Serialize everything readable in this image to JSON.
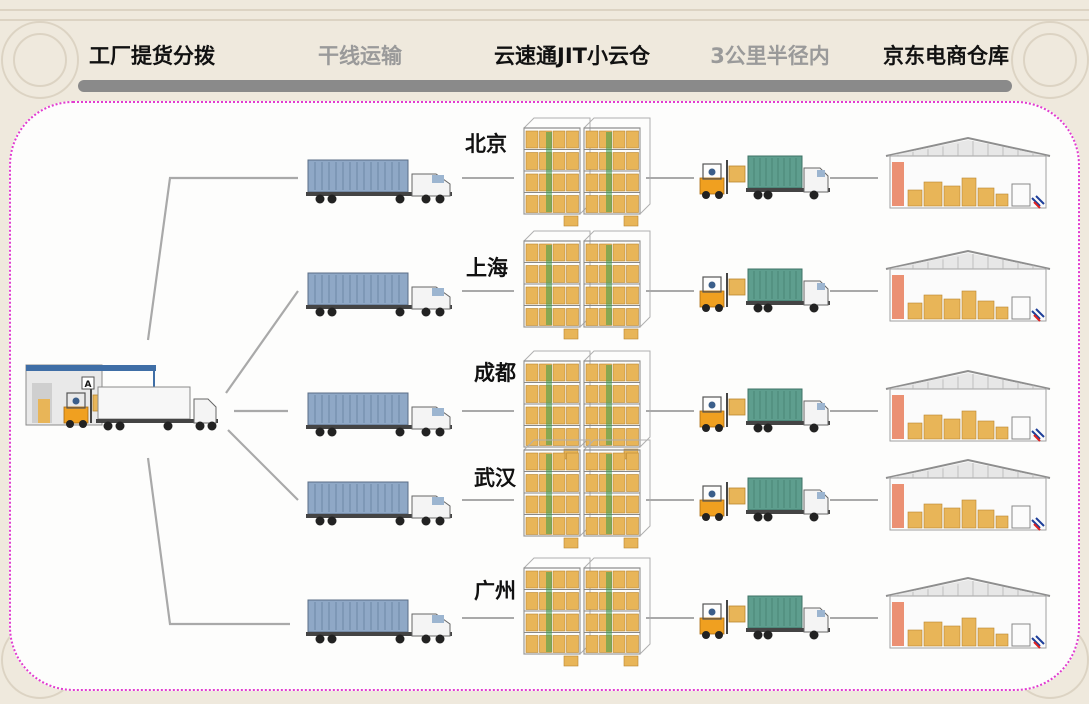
{
  "stages": [
    {
      "label": "工厂提货分拨",
      "emphasis": true
    },
    {
      "label": "干线运输",
      "emphasis": false
    },
    {
      "label": "云速通JIT小云仓",
      "emphasis": true
    },
    {
      "label": "3公里半径内",
      "emphasis": false
    },
    {
      "label": "京东电商仓库",
      "emphasis": true
    }
  ],
  "routes": [
    {
      "city": "北京"
    },
    {
      "city": "上海"
    },
    {
      "city": "成都"
    },
    {
      "city": "武汉"
    },
    {
      "city": "广州"
    }
  ],
  "origin": {
    "dock_sign": "A"
  },
  "colors": {
    "panel_border": "#e23cd0",
    "progress_bar": "#8a8a8a",
    "container_blue": "#8fa8c6",
    "container_green": "#5e9e8e",
    "box": "#e8b558",
    "forklift": "#f0a020",
    "connector": "#a9a9a9"
  },
  "icons": [
    "factory-dock-icon",
    "truck-icon",
    "warehouse-rack-icon",
    "forklift-icon",
    "green-container-truck-icon",
    "ecommerce-warehouse-icon"
  ]
}
